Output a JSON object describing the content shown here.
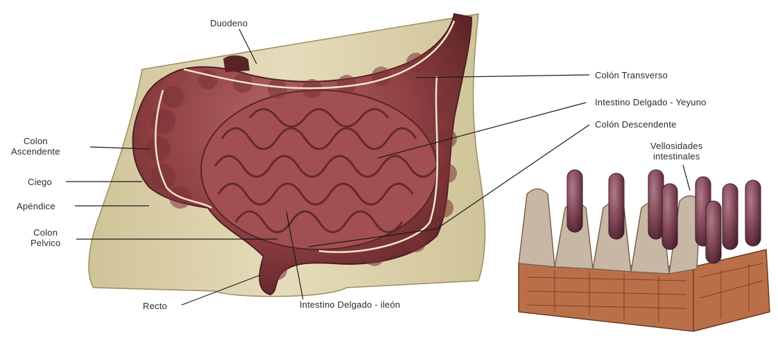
{
  "labels": {
    "duodeno": "Duodeno",
    "colon_transverso": "Colón Transverso",
    "intestino_delgado_yeyuno": "Intestino Delgado - Yeyuno",
    "colon_descendente": "Colón Descendente",
    "vellosidades_line1": "Vellosidades",
    "vellosidades_line2": "intestinales",
    "colon_ascendente_line1": "Colon",
    "colon_ascendente_line2": "Ascendente",
    "ciego": "Ciego",
    "apendice": "Apéndice",
    "colon_pelvico_line1": "Colon",
    "colon_pelvico_line2": "Pelvico",
    "recto": "Recto",
    "intestino_delgado_ileon": "Intestino Delgado - ileón"
  },
  "colors": {
    "body_skin": "#ddd2ad",
    "colon": "#8a3b3e",
    "small_intestine": "#9c4a4c",
    "tissue": "#b97048",
    "leader_line": "#1a1a1a",
    "blood_vessel": "#f2e7c7"
  }
}
